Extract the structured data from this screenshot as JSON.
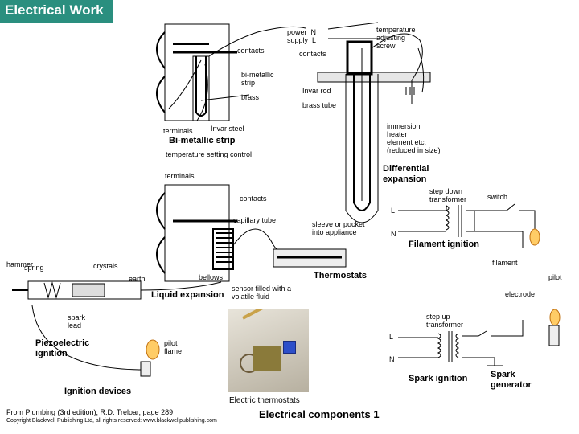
{
  "header": {
    "title": "Electrical Work"
  },
  "labels": {
    "power_supply": "power  N\nsupply  L",
    "temp_adjust": "temperature\nadjusting\nscrew",
    "contacts_1": "contacts",
    "contacts_2": "contacts",
    "bi_metallic": "bi-metallic\nstrip",
    "brass": "brass",
    "invar_rod": "Invar rod",
    "brass_tube": "brass tube",
    "terminals_1": "terminals",
    "invar_steel": "Invar steel",
    "bimetallic_strip": "Bi-metallic strip",
    "immersion_heater": "immersion\nheater\nelement etc.\n(reduced in size)",
    "temp_setting": "temperature setting control",
    "differential_expansion": "Differential\nexpansion",
    "terminals_2": "terminals",
    "contacts_3": "contacts",
    "step_down": "step down\ntransformer",
    "switch": "switch",
    "l_1": "L",
    "capillary_tube": "capillary tube",
    "sleeve": "sleeve or pocket\ninto appliance",
    "n_1": "N",
    "filament_ignition": "Filament ignition",
    "hammer": "hammer",
    "spring": "spring",
    "crystals": "crystals",
    "filament": "filament",
    "earth": "earth",
    "bellows": "bellows",
    "thermostats": "Thermostats",
    "pilot": "pilot",
    "sensor": "sensor filled with a\nvolatile fluid",
    "liquid_expansion": "Liquid expansion",
    "electrode": "electrode",
    "spark_lead": "spark\nlead",
    "step_up": "step up\ntransformer",
    "piezo": "Piezoelectric\nignition",
    "pilot_flame": "pilot\nflame",
    "l_2": "L",
    "n_2": "N",
    "spark_ignition": "Spark ignition",
    "spark_generator": "Spark\ngenerator",
    "ignition_devices": "Ignition devices",
    "electric_thermostats": "Electric thermostats",
    "electrical_components": "Electrical components 1"
  },
  "footer": {
    "source": "From Plumbing (3rd edition), R.D. Treloar, page 289",
    "copyright": "Copyright Blackwell Publishing Ltd, all rights reserved: www.blackwellpublishing.com"
  },
  "colors": {
    "title_bar": "#2a8f7f",
    "line": "#000000"
  }
}
